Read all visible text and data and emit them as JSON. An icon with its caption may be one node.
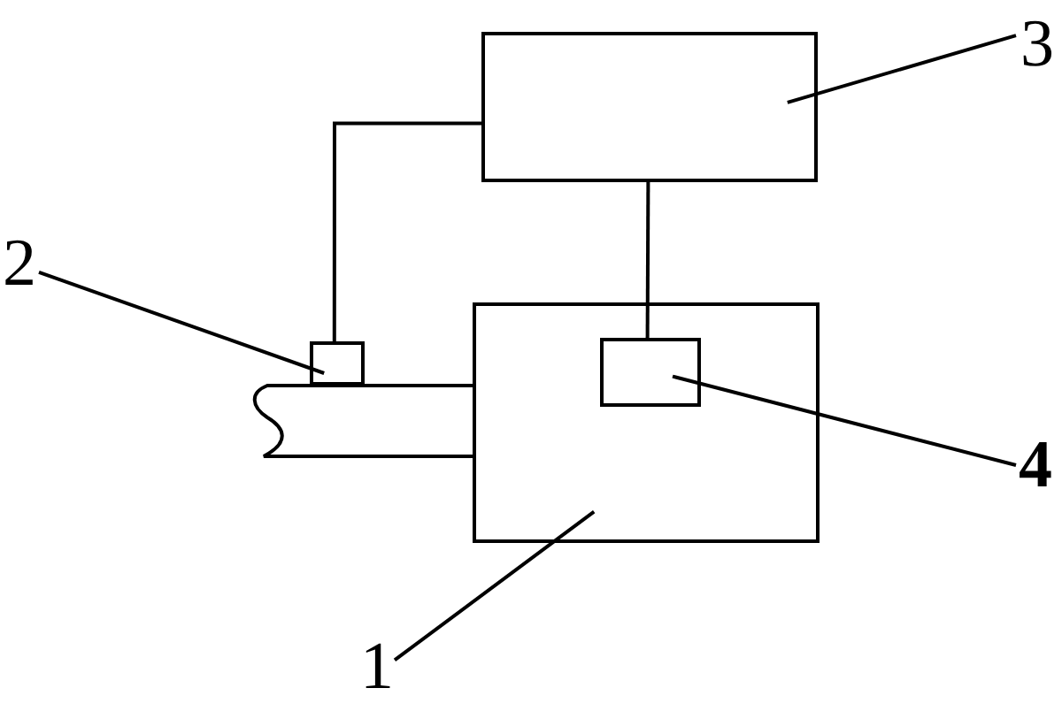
{
  "diagram": {
    "nodes": [
      {
        "text": [],
        "shape": "box"
      },
      {
        "text": [
          "3"
        ]
      },
      {
        "text": [
          "2"
        ]
      },
      {
        "text": [],
        "shape": "box"
      },
      {
        "text": [],
        "shape": "box"
      },
      {
        "text": [],
        "shape": "box",
        "in": 4
      },
      {
        "text": [
          "4"
        ]
      },
      {
        "text": [
          "1"
        ]
      }
    ],
    "edges": [
      {
        "from": 0,
        "to": 3,
        "arrow": "none"
      },
      {
        "from": 0,
        "to": 5,
        "arrow": "none"
      },
      {
        "from": 1,
        "to": 0,
        "arrow": "none"
      },
      {
        "from": 2,
        "to": 3,
        "arrow": "none"
      },
      {
        "from": 6,
        "to": 5,
        "arrow": "none"
      },
      {
        "from": 7,
        "to": 4,
        "arrow": "none"
      }
    ]
  }
}
